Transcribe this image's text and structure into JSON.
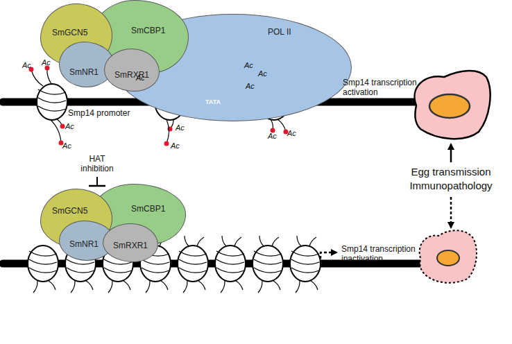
{
  "diagram": {
    "nodes": [
      {
        "text": [
          "POL II"
        ]
      },
      {
        "text": [
          "SmCBP1"
        ]
      },
      {
        "text": [
          "SmGCN5"
        ]
      },
      {
        "text": [
          "SmNR1"
        ]
      },
      {
        "text": [
          "SmRXR1"
        ]
      },
      {
        "text": [
          "SmCBP1"
        ]
      },
      {
        "text": [
          "SmGCN5"
        ]
      },
      {
        "text": [
          "SmNR1"
        ]
      },
      {
        "text": [
          "SmRXR1"
        ]
      }
    ],
    "labels": [
      "Ac",
      "Ac",
      "Ac",
      "Ac",
      "Ac",
      "Ac",
      "Ac",
      "Ac",
      "Ac",
      "Ac",
      "Ac",
      "Ac",
      "TATA",
      "Smp14 promoter",
      "Smp14 transcription activation",
      "HAT inhibition",
      "Smp14 transcription inactivation",
      "Egg transmission Immunopathology"
    ]
  }
}
